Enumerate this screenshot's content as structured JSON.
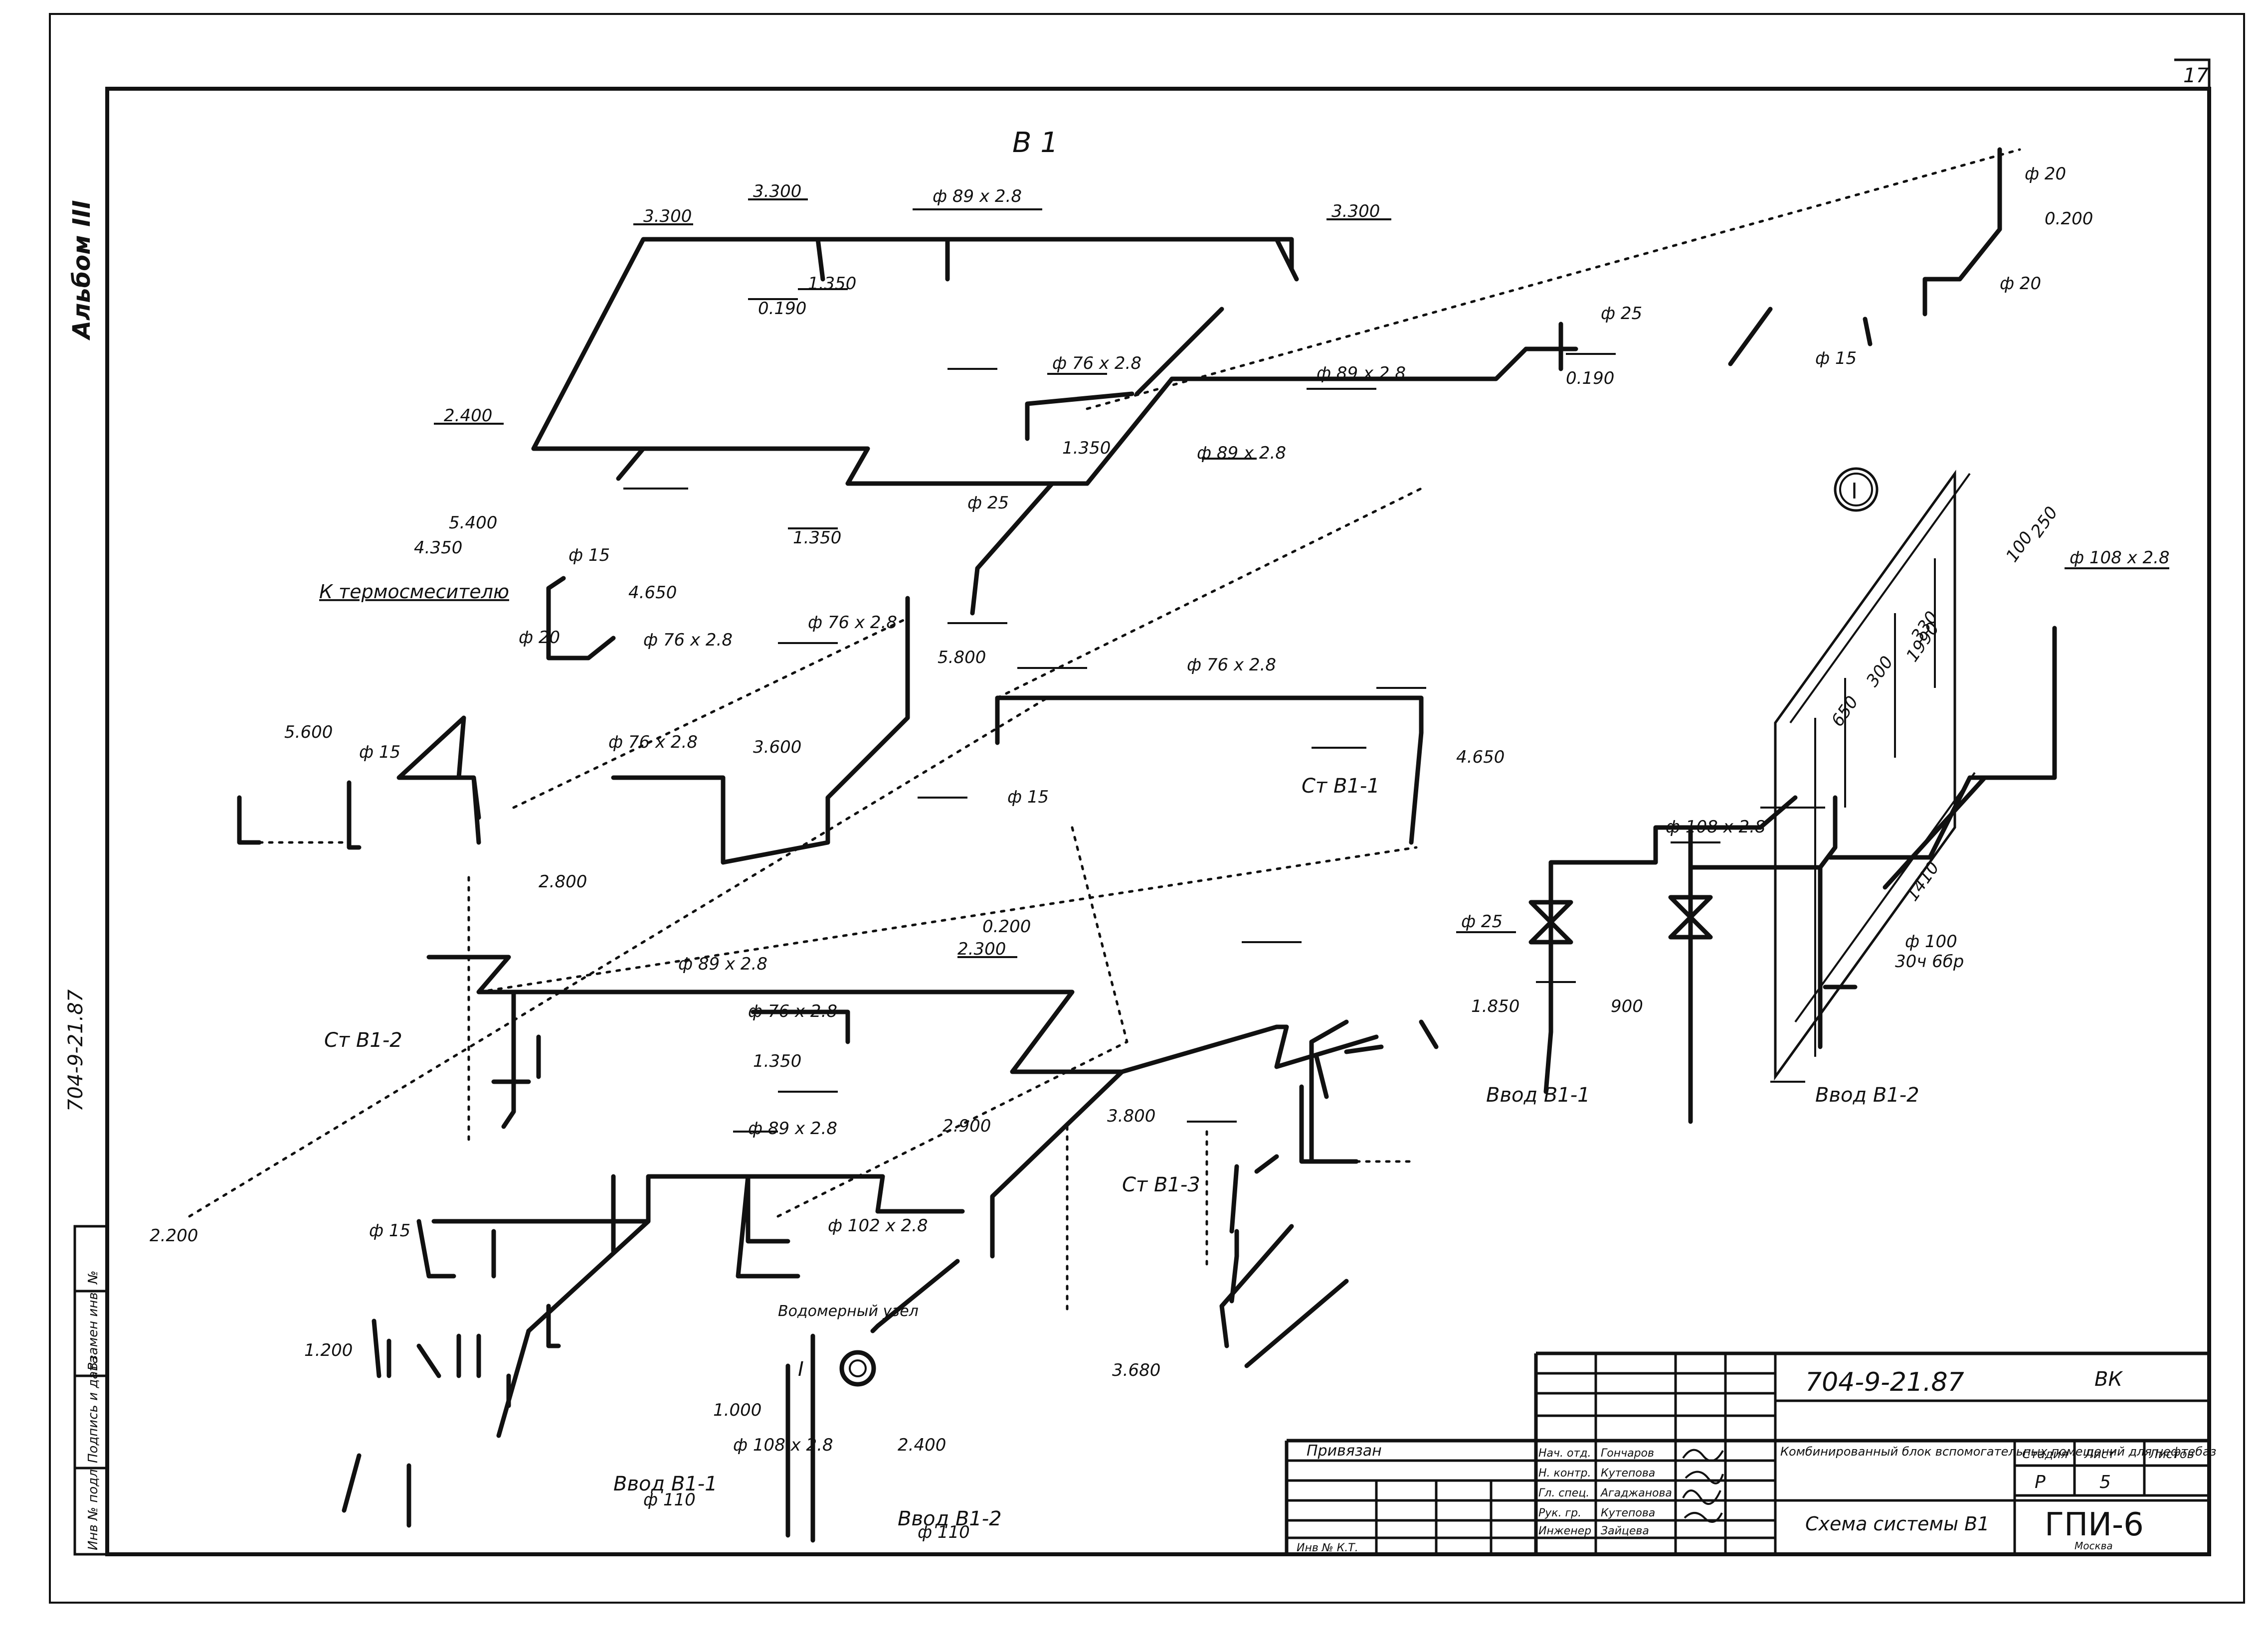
{
  "sheet": {
    "page_number": "17",
    "album": "Альбом III",
    "doc_code_side": "704-9-21.87",
    "side_columns": [
      "Инв № подл.",
      "Подпись и дата",
      "Взамен инв. №"
    ]
  },
  "diagram": {
    "header_mark": "В 1",
    "node_label": "I",
    "texts": {
      "termo": "К термосмесителю",
      "st1": "Ст В1-1",
      "st2": "Ст В1-2",
      "st3": "Ст В1-3",
      "vvod1": "Ввод В1-1",
      "vvod2": "Ввод В1-2",
      "vvod1_bottom": "Ввод В1-1",
      "vvod2_bottom": "Ввод В1-2",
      "d110_a": "ф 110",
      "d110_b": "ф 110",
      "vodomer": "Водомерный узел",
      "vodomer_roman": "I",
      "elev_3300a": "3.300",
      "elev_3300b": "3.300",
      "elev_3300c": "3.300",
      "elev_2400": "2.400",
      "elev_2300": "2.300",
      "elev_2200": "2.200",
      "elev_1350a": "1.350",
      "elev_1350b": "1.350",
      "elev_1350c": "1.350",
      "elev_1350d": "1.350",
      "elev_0190a": "0.190",
      "elev_0190b": "0.190",
      "elev_0200a": "0.200",
      "elev_0200b": "0.200",
      "elev_5400": "5.400",
      "elev_4350": "4.350",
      "elev_4650a": "4.650",
      "elev_4650b": "4.650",
      "elev_5600": "5.600",
      "elev_5800": "5.800",
      "elev_3600": "3.600",
      "elev_2900": "2.900",
      "elev_1200": "1.200",
      "elev_1000": "1.000",
      "elev_2400b": "2.400",
      "elev_3800": "3.800",
      "elev_3680": "3.680",
      "elev_1850": "1.850",
      "elev_2800": "2.800",
      "d89a": "ф 89 х 2.8",
      "d89b": "ф 89 х 2.8",
      "d89c": "ф 89 х 2.8",
      "d89d": "ф 89 х 2.8",
      "d89e": "ф 89 х 2.8",
      "d76a": "ф 76 х 2.8",
      "d76b": "ф 76 х 2.8",
      "d76c": "ф 76 х 2.8",
      "d76d": "ф 76 х 2.8",
      "d76e": "ф 76 х 2.8",
      "d76f": "ф 76 х 2.8",
      "d108a": "ф 108 х 2.8",
      "d108b": "ф 108 х 2.8",
      "d108c": "ф 108 х 2.8",
      "d102": "ф 102 х 2.8",
      "d25a": "ф 25",
      "d25b": "ф 25",
      "d25c": "ф 25",
      "d20a": "ф 20",
      "d20b": "ф 20",
      "d20c": "ф 20",
      "d15a": "ф 15",
      "d15b": "ф 15",
      "d15c": "ф 15",
      "d15d": "ф 15",
      "d15e": "ф 15",
      "d100": "ф 100",
      "valve": "30ч 6бр",
      "dim_900": "900",
      "dim_1990": "1990",
      "dim_1410": "1410",
      "dim_250": "250",
      "dim_300": "300",
      "dim_330": "330",
      "dim_650": "650",
      "dim_100": "100"
    }
  },
  "title_block": {
    "code": "704-9-21.87",
    "mark": "ВК",
    "project": "Комбинированный блок вспомогательных помещений для нефтебаз",
    "sheet_title": "Схема системы В1",
    "stage_header": "Стадия",
    "sheet_header": "Лист",
    "sheets_header": "Листов",
    "stage": "Р",
    "sheet": "5",
    "org": "ГПИ-6",
    "city": "Москва",
    "bound": "Привязан",
    "inv": "Инв № К.Т.",
    "roles": [
      "Нач. отд.",
      "Н. контр.",
      "Гл. спец.",
      "Рук. гр.",
      "Инженер"
    ],
    "names": [
      "Гончаров",
      "Кутепова",
      "Агаджанова",
      "Кутепова",
      "Зайцева"
    ]
  }
}
